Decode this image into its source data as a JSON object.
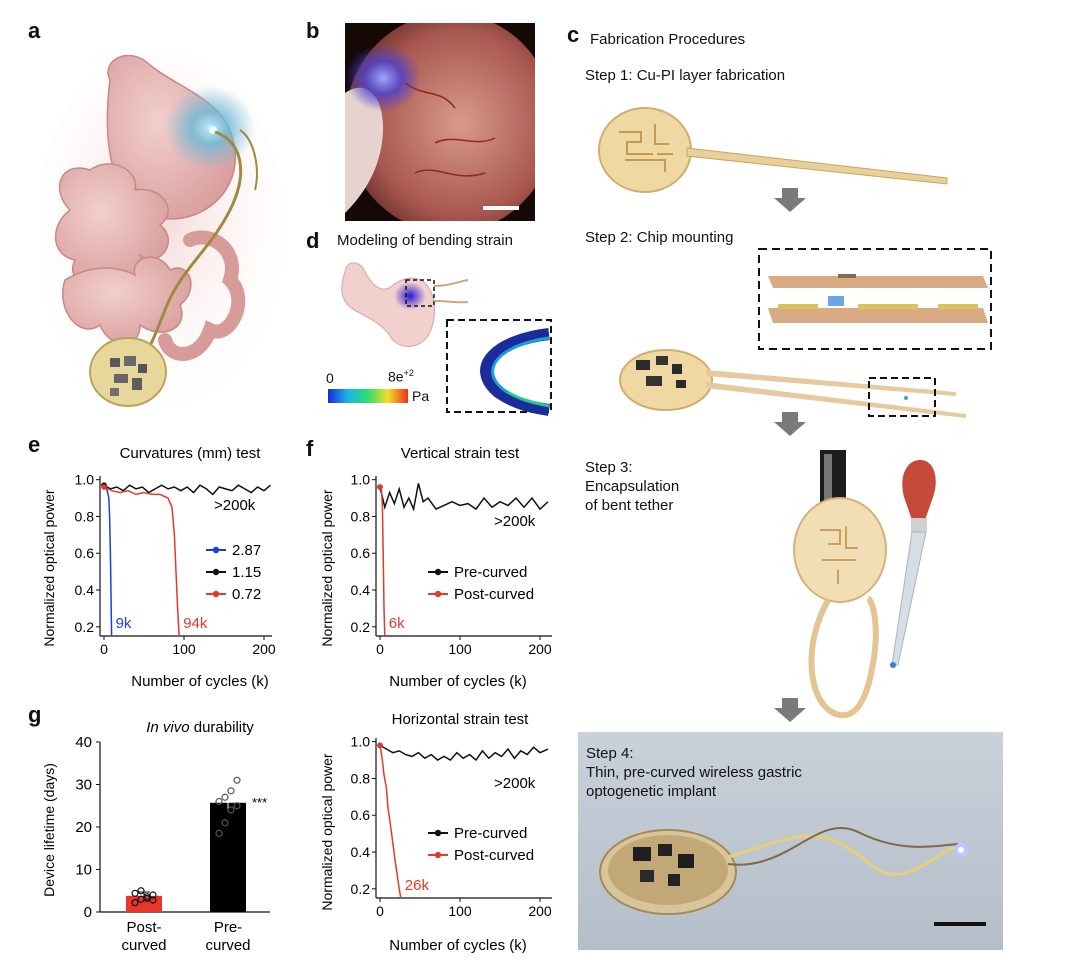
{
  "panel_labels": {
    "a": "a",
    "b": "b",
    "c": "c",
    "d": "d",
    "e": "e",
    "f": "f",
    "g": "g"
  },
  "c": {
    "title": "Fabrication Procedures",
    "step1": "Step 1: Cu-PI layer fabrication",
    "step2": "Step 2: Chip mounting",
    "step3_line1": "Step 3:",
    "step3_line2": "Encapsulation",
    "step3_line3": "of bent tether",
    "step4_line1": "Step 4:",
    "step4_line2": "Thin, pre-curved wireless gastric",
    "step4_line3": "optogenetic implant"
  },
  "d": {
    "title": "Modeling of bending strain",
    "scale_min": "0",
    "scale_max_base": "8e",
    "scale_max_exp": "+2",
    "scale_unit": "Pa"
  },
  "colors": {
    "blue": "#1f3fd6",
    "black": "#111111",
    "red": "#e03a2a",
    "bar_red": "#e8372a",
    "bar_black": "#000000"
  },
  "chart_data": [
    {
      "id": "e",
      "type": "line",
      "title": "Curvatures (mm) test",
      "xlabel": "Number of cycles (k)",
      "ylabel": "Normalized optical power",
      "xlim": [
        -5,
        210
      ],
      "ylim": [
        0.15,
        1.02
      ],
      "xticks": [
        "0",
        "100",
        "200"
      ],
      "yticks": [
        "0.2",
        "0.4",
        "0.6",
        "0.8",
        "1.0"
      ],
      "legend": "right",
      "annotation": ">200k",
      "series": [
        {
          "name": "2.87",
          "color": "#1f3fd6",
          "end_label": "9k",
          "x": [
            0,
            2,
            4,
            6,
            7,
            8,
            9,
            9.5
          ],
          "y": [
            0.97,
            0.96,
            0.94,
            0.9,
            0.8,
            0.6,
            0.3,
            0.15
          ]
        },
        {
          "name": "1.15",
          "color": "#111111",
          "x": [
            0,
            8,
            16,
            24,
            32,
            40,
            48,
            56,
            64,
            72,
            80,
            88,
            96,
            104,
            112,
            120,
            128,
            136,
            144,
            152,
            160,
            168,
            176,
            184,
            192,
            200,
            208
          ],
          "y": [
            0.97,
            0.95,
            0.96,
            0.94,
            0.97,
            0.95,
            0.96,
            0.93,
            0.95,
            0.97,
            0.95,
            0.96,
            0.94,
            0.96,
            0.93,
            0.97,
            0.95,
            0.92,
            0.96,
            0.95,
            0.94,
            0.97,
            0.95,
            0.93,
            0.96,
            0.94,
            0.97
          ]
        },
        {
          "name": "0.72",
          "color": "#e03a2a",
          "end_label": "94k",
          "x": [
            0,
            10,
            20,
            30,
            40,
            50,
            60,
            70,
            80,
            85,
            88,
            90,
            92,
            94
          ],
          "y": [
            0.96,
            0.94,
            0.93,
            0.94,
            0.92,
            0.93,
            0.92,
            0.92,
            0.9,
            0.85,
            0.7,
            0.5,
            0.3,
            0.15
          ]
        }
      ]
    },
    {
      "id": "f1",
      "type": "line",
      "title": "Vertical strain test",
      "xlabel": "Number of cycles (k)",
      "ylabel": "Normalized optical power",
      "xlim": [
        -5,
        215
      ],
      "ylim": [
        0.15,
        1.02
      ],
      "xticks": [
        "0",
        "100",
        "200"
      ],
      "yticks": [
        "0.2",
        "0.4",
        "0.6",
        "0.8",
        "1.0"
      ],
      "legend": "right",
      "annotation": ">200k",
      "series": [
        {
          "name": "Pre-curved",
          "color": "#111111",
          "x": [
            0,
            6,
            12,
            18,
            24,
            30,
            36,
            42,
            48,
            54,
            60,
            70,
            80,
            90,
            100,
            110,
            120,
            130,
            140,
            150,
            160,
            170,
            180,
            190,
            200,
            210
          ],
          "y": [
            0.96,
            0.85,
            0.93,
            0.87,
            0.95,
            0.85,
            0.9,
            0.84,
            0.98,
            0.88,
            0.9,
            0.84,
            0.86,
            0.88,
            0.86,
            0.87,
            0.84,
            0.9,
            0.85,
            0.88,
            0.86,
            0.9,
            0.85,
            0.9,
            0.84,
            0.88
          ]
        },
        {
          "name": "Post-curved",
          "color": "#e03a2a",
          "end_label": "6k",
          "x": [
            0,
            2,
            3,
            4,
            5,
            6
          ],
          "y": [
            0.96,
            0.94,
            0.85,
            0.6,
            0.3,
            0.15
          ]
        }
      ]
    },
    {
      "id": "f2",
      "type": "line",
      "title": "Horizontal strain test",
      "xlabel": "Number of cycles (k)",
      "ylabel": "Normalized optical power",
      "xlim": [
        -5,
        215
      ],
      "ylim": [
        0.15,
        1.02
      ],
      "xticks": [
        "0",
        "100",
        "200"
      ],
      "yticks": [
        "0.2",
        "0.4",
        "0.6",
        "0.8",
        "1.0"
      ],
      "legend": "right",
      "annotation": ">200k",
      "series": [
        {
          "name": "Pre-curved",
          "color": "#111111",
          "x": [
            0,
            8,
            16,
            24,
            32,
            40,
            48,
            56,
            64,
            72,
            80,
            88,
            96,
            104,
            112,
            120,
            128,
            136,
            144,
            152,
            160,
            168,
            176,
            184,
            192,
            200,
            210
          ],
          "y": [
            0.98,
            0.96,
            0.94,
            0.95,
            0.93,
            0.92,
            0.94,
            0.91,
            0.93,
            0.9,
            0.92,
            0.9,
            0.94,
            0.91,
            0.93,
            0.9,
            0.95,
            0.91,
            0.94,
            0.92,
            0.96,
            0.91,
            0.95,
            0.93,
            0.97,
            0.94,
            0.96
          ]
        },
        {
          "name": "Post-curved",
          "color": "#e03a2a",
          "end_label": "26k",
          "x": [
            0,
            3,
            5,
            8,
            10,
            13,
            16,
            19,
            22,
            24,
            26
          ],
          "y": [
            0.98,
            0.9,
            0.82,
            0.75,
            0.64,
            0.55,
            0.45,
            0.35,
            0.26,
            0.2,
            0.15
          ]
        }
      ]
    },
    {
      "id": "g",
      "type": "bar",
      "title_italic": "In vivo",
      "title_rest": " durability",
      "ylabel": "Device lifetime (days)",
      "ylim": [
        0,
        40
      ],
      "yticks": [
        "0",
        "10",
        "20",
        "30",
        "40"
      ],
      "categories": [
        [
          "Post-",
          "curved"
        ],
        [
          "Pre-",
          "curved"
        ]
      ],
      "values": [
        3.8,
        25.7
      ],
      "errors": [
        0.9,
        2.0
      ],
      "colors": [
        "#e8372a",
        "#000000"
      ],
      "points": [
        [
          2.2,
          3.0,
          3.6,
          4.0,
          4.4,
          5.0,
          3.2,
          2.8
        ],
        [
          18.5,
          21.0,
          24.0,
          25.0,
          26.0,
          27.0,
          28.5,
          31.0
        ]
      ],
      "significance": "***"
    }
  ]
}
